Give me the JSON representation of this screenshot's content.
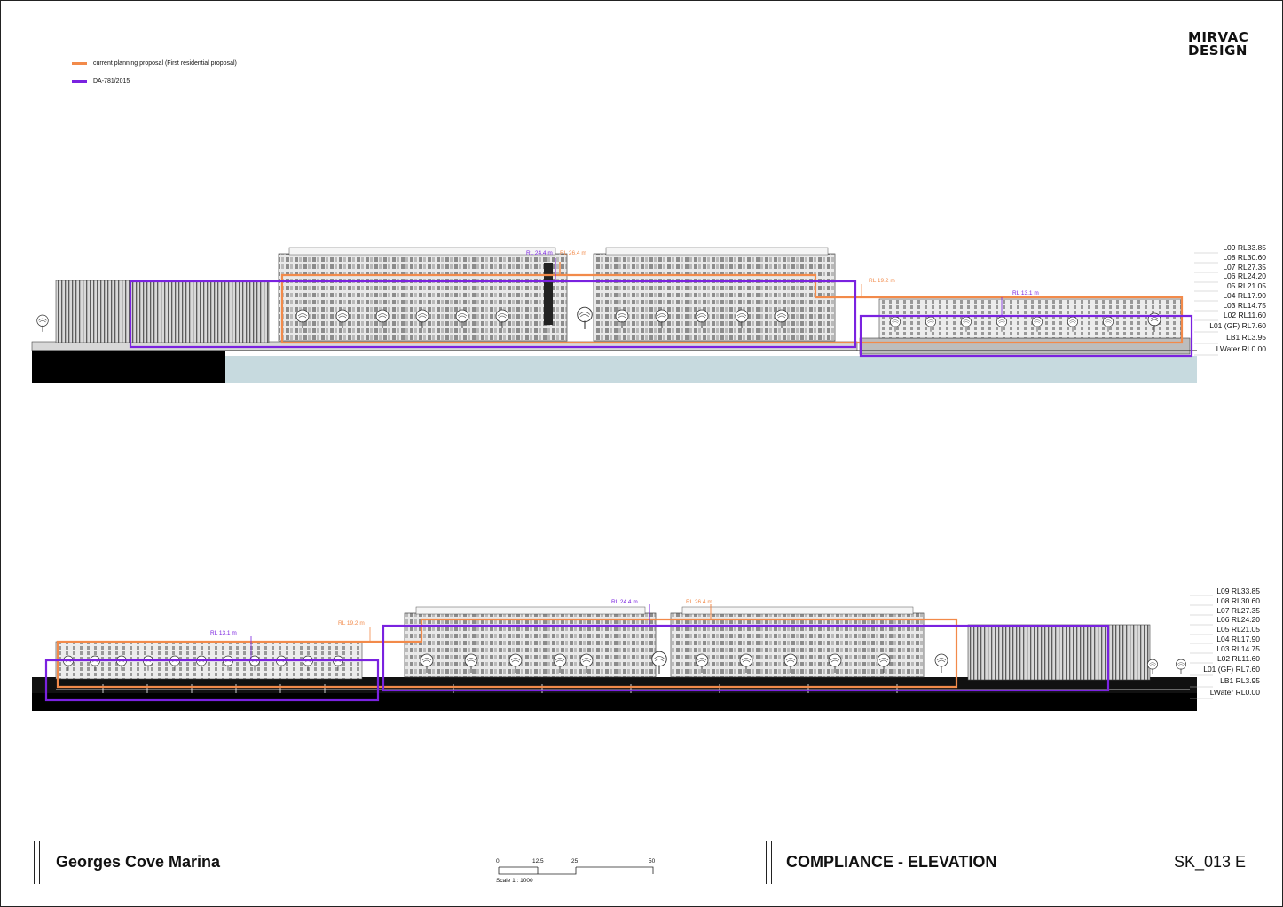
{
  "brand": {
    "line1": "MIRVAC",
    "line2": "DESIGN"
  },
  "legend": [
    {
      "label": "current planning proposal (First residential proposal)",
      "color": "#f28a4a"
    },
    {
      "label": "DA-781/2015",
      "color": "#7a22e0"
    }
  ],
  "levels_top": [
    "L09 RL33.85",
    "L08 RL30.60",
    "L07 RL27.35",
    "L06 RL24.20",
    "L05 RL21.05",
    "L04 RL17.90",
    "L03 RL14.75",
    "L02 RL11.60",
    "L01 (GF) RL7.60",
    "LB1 RL3.95",
    "LWater RL0.00"
  ],
  "levels_bottom": [
    "L09 RL33.85",
    "L08 RL30.60",
    "L07 RL27.35",
    "L06 RL24.20",
    "L05 RL21.05",
    "L04 RL17.90",
    "L03 RL14.75",
    "L02 RL11.60",
    "L01 (GF) RL7.60",
    "LB1 RL3.95",
    "LWater RL0.00"
  ],
  "rl_labels_top": {
    "a": "RL 24.4 m",
    "b": "RL 26.4 m",
    "c": "RL 19.2 m",
    "d": "RL 13.1 m"
  },
  "rl_labels_bottom": {
    "a": "RL 13.1 m",
    "b": "RL 19.2 m",
    "c": "RL 24.4 m",
    "d": "RL 26.4 m"
  },
  "scale": {
    "ticks": [
      "0",
      "12.5",
      "25",
      "50"
    ],
    "label": "Scale  1 : 1000"
  },
  "footer": {
    "project": "Georges Cove Marina",
    "sheet_title": "COMPLIANCE - ELEVATION",
    "sheet_no": "SK_013  E"
  },
  "colors": {
    "orange": "#f28a4a",
    "purple": "#7a22e0",
    "water": "#c7dadf"
  }
}
